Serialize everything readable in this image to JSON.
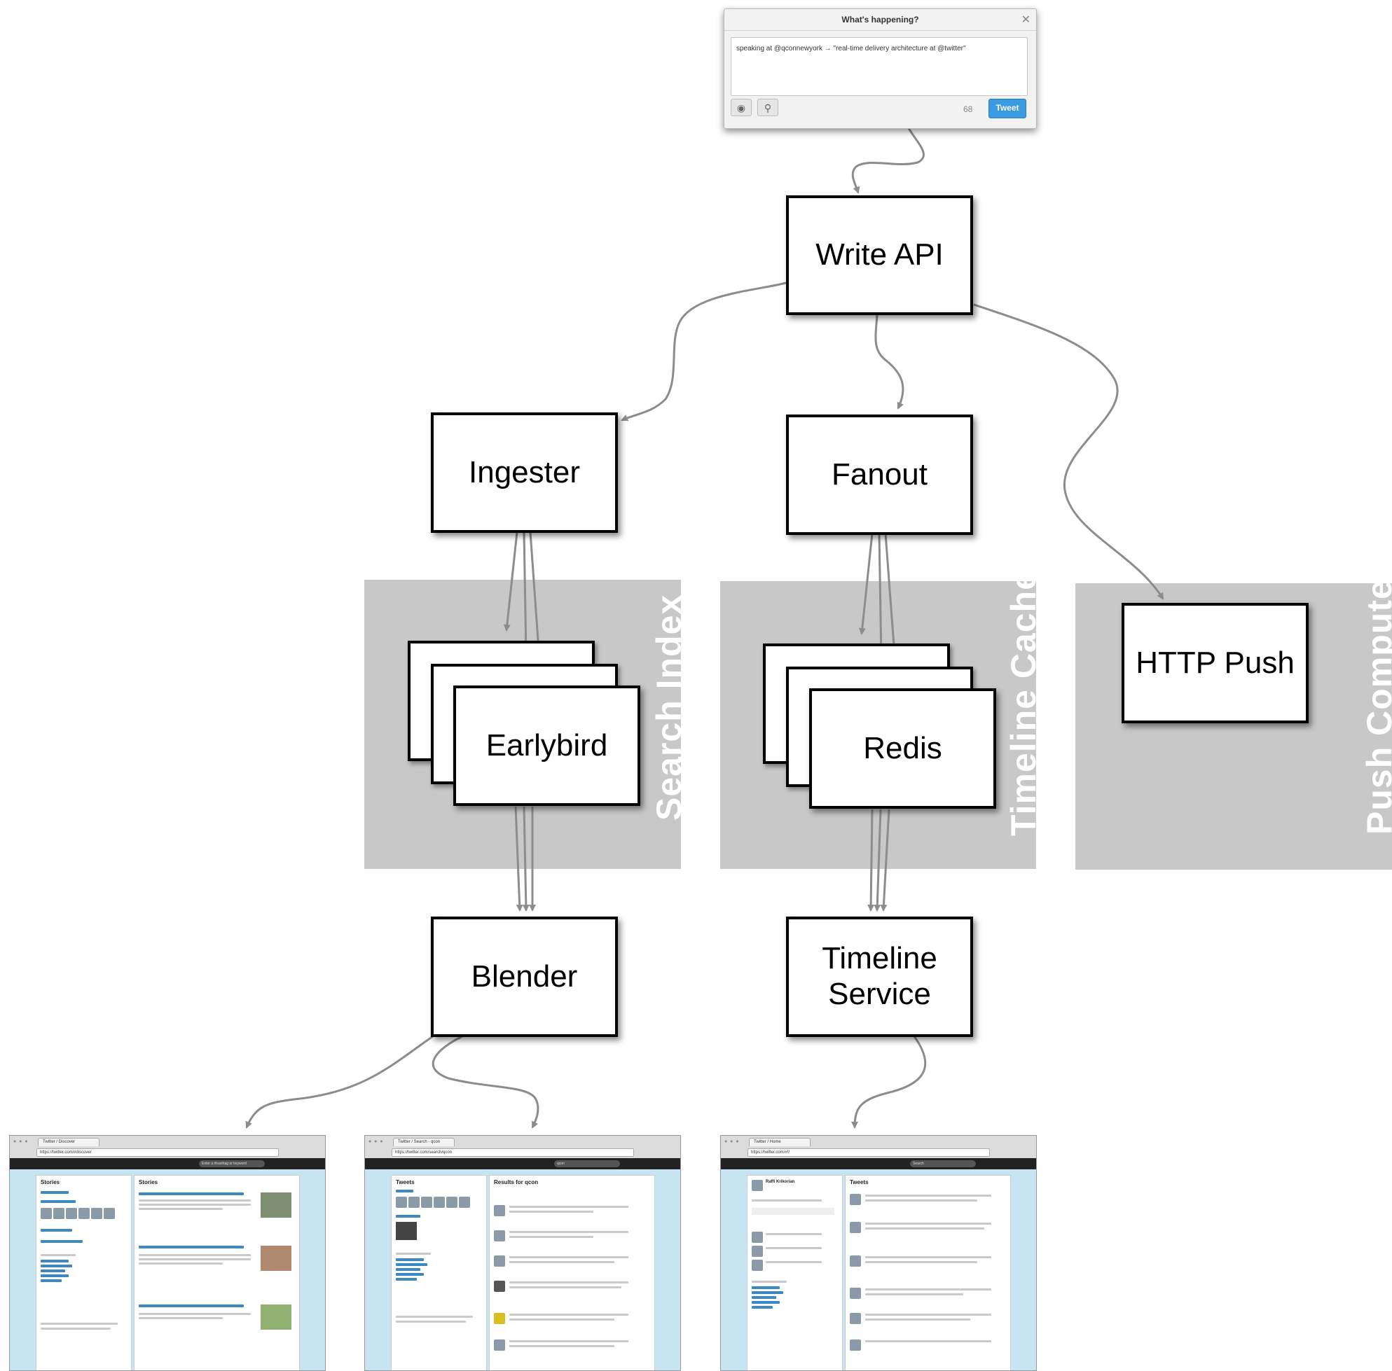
{
  "compose": {
    "title": "What's happening?",
    "text": "speaking at @qconnewyork → \"real-time delivery architecture at @twitter\"",
    "char_count": "68",
    "tweet_label": "Tweet",
    "camera_icon": "camera-icon",
    "location_icon": "location-pin-icon"
  },
  "nodes": {
    "write_api": "Write API",
    "ingester": "Ingester",
    "fanout": "Fanout",
    "earlybird": "Earlybird",
    "redis": "Redis",
    "http_push": "HTTP Push",
    "blender": "Blender",
    "timeline_service": "Timeline Service"
  },
  "regions": {
    "search_index": "Search Index",
    "timeline_cache": "Timeline Cache",
    "push_compute": "Push Compute"
  },
  "screenshots": [
    {
      "tab": "Twitter / Discover",
      "url": "https://twitter.com/i/discover",
      "left_title": "Stories",
      "main_title": "Stories",
      "search_placeholder": "Enter a #hashtag or keyword"
    },
    {
      "tab": "Twitter / Search - qcon",
      "url": "https://twitter.com/search/qcon",
      "left_title": "Tweets",
      "main_title": "Results for qcon",
      "search_placeholder": "qcon"
    },
    {
      "tab": "Twitter / Home",
      "url": "https://twitter.com/#!/",
      "left_title": "Raffi Krikorian",
      "main_title": "Tweets",
      "search_placeholder": "Search"
    }
  ],
  "colors": {
    "region_gray": "#c8c8c8",
    "arrow_gray": "#8c8c8c",
    "tweet_button": "#3a9be0",
    "twitter_bg": "#c6e4f1"
  }
}
